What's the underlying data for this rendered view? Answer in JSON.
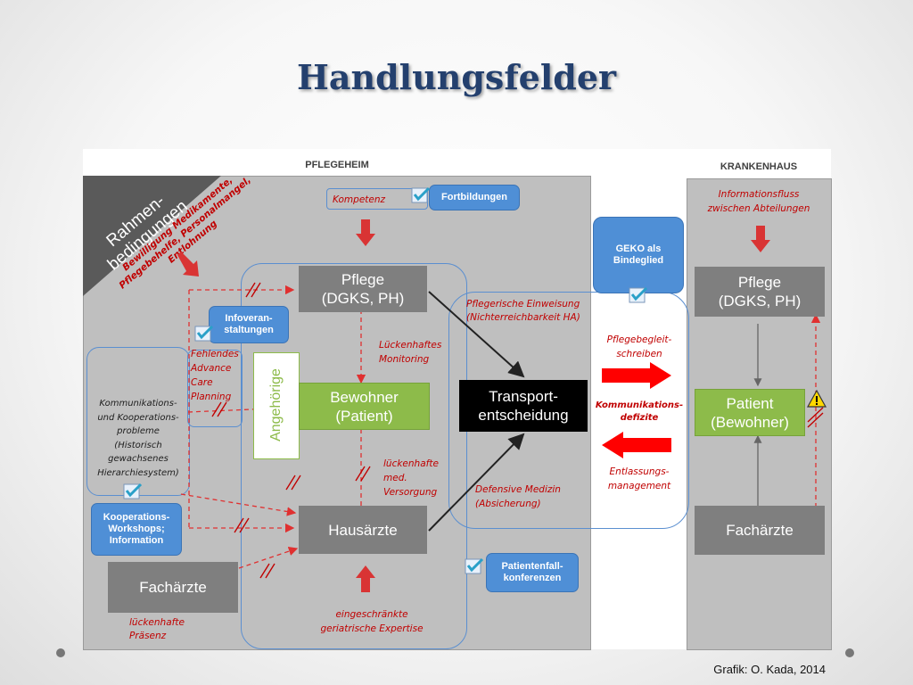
{
  "title": "Handlungsfelder",
  "caption": "Grafik: O. Kada, 2014",
  "pflegeheim": {
    "header": "PFLEGEHEIM",
    "rahmen_title": "Rahmen-\nbedingungen",
    "rahmen_text": "Bewilligung Medikamente,\nPflegebehelfe, Personalmangel,\nEntlohnung",
    "kompetenz": "Kompetenz",
    "fortbildungen": "Fortbildungen",
    "pflege": "Pflege\n(DGKS, PH)",
    "infoveranstaltungen": "Infoveran-\nstaltungen",
    "fehlendes_acp": "Fehlendes\nAdvance\nCare\nPlanning",
    "lueckenhaftes_monitoring": "Lückenhaftes\nMonitoring",
    "angehoerige": "Angehörige",
    "bewohner": "Bewohner\n(Patient)",
    "kommunikation": "Kommunikations-\nund Kooperations-\nprobleme\n(Historisch\ngewachsenes\nHierarchiesystem)",
    "kooperations_workshops": "Kooperations-\nWorkshops;\nInformation",
    "lueckenhafte_versorgung": "lückenhafte\nmed.\nVersorgung",
    "hausaerzte": "Hausärzte",
    "fachaerzte": "Fachärzte",
    "lueckenhafte_praesenz": "lückenhafte\nPräsenz",
    "eingeschraenkte_expertise": "eingeschränkte\ngeriatrische Expertise",
    "patientenfallkonferenzen": "Patientenfall-\nkonferenzen"
  },
  "middle": {
    "geko": "GEKO als\nBindeglied",
    "pflegerische_einweisung": "Pflegerische Einweisung\n(Nichterreichbarkeit HA)",
    "transport": "Transport-\nentscheidung",
    "defensive_medizin": "Defensive Medizin\n(Absicherung)",
    "pflegebegleitschreiben": "Pflegebegleit-\nschreiben",
    "kommunikationsdefizite": "Kommunikations-\ndefizite",
    "entlassungsmanagement": "Entlassungs-\nmanagement"
  },
  "krankenhaus": {
    "header": "KRANKENHAUS",
    "informationsfluss": "Informationsfluss\nzwischen Abteilungen",
    "pflege": "Pflege\n(DGKS, PH)",
    "patient": "Patient\n(Bewohner)",
    "fachaerzte": "Fachärzte"
  },
  "colors": {
    "title": "#24406e",
    "panel": "#bfbfbf",
    "box_dark": "#7f7f7f",
    "box_green": "#8dbb4a",
    "box_blue": "#4f8fd6",
    "outline_blue": "#5b8fd0",
    "red": "#c00000",
    "arrow_red": "#ff0000"
  },
  "icons": [
    "checkmark-icon",
    "warning-icon",
    "red-down-arrow-icon",
    "red-up-arrow-icon",
    "red-right-arrow-icon",
    "red-left-arrow-icon"
  ]
}
